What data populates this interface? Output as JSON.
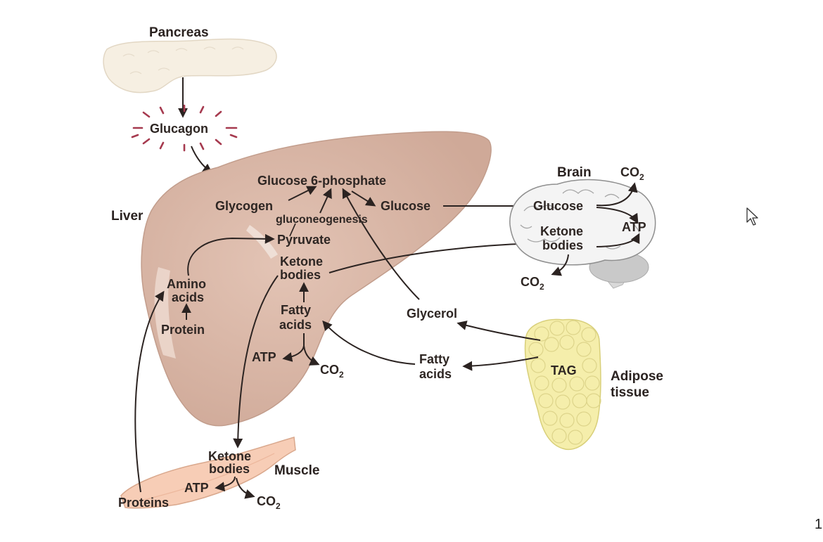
{
  "organs": {
    "pancreas": "Pancreas",
    "liver": "Liver",
    "brain": "Brain",
    "muscle": "Muscle",
    "adipose_line1": "Adipose",
    "adipose_line2": "tissue"
  },
  "hormone": {
    "glucagon": "Glucagon"
  },
  "liver": {
    "glucose6p": "Glucose 6-phosphate",
    "glycogen": "Glycogen",
    "glucose": "Glucose",
    "gluconeogenesis": "gluconeogenesis",
    "pyruvate": "Pyruvate",
    "ketone_1": "Ketone",
    "ketone_2": "bodies",
    "amino_1": "Amino",
    "amino_2": "acids",
    "protein": "Protein",
    "fatty_1": "Fatty",
    "fatty_2": "acids",
    "atp": "ATP",
    "co2": "CO",
    "co2_sub": "2"
  },
  "brain": {
    "co2_top": "CO",
    "co2_top_sub": "2",
    "glucose": "Glucose",
    "ketone_1": "Ketone",
    "ketone_2": "bodies",
    "atp": "ATP",
    "co2_bottom": "CO",
    "co2_bottom_sub": "2"
  },
  "adipose": {
    "glycerol": "Glycerol",
    "fatty_1": "Fatty",
    "fatty_2": "acids",
    "tag": "TAG"
  },
  "muscle": {
    "ketone_1": "Ketone",
    "ketone_2": "bodies",
    "atp": "ATP",
    "co2": "CO",
    "co2_sub": "2",
    "proteins": "Proteins"
  },
  "page_number": "1",
  "colors": {
    "liver": "#dcb9a9",
    "pancreas": "#f6efe2",
    "adipose": "#f5eeab",
    "muscle": "#f7cdb6",
    "brain": "#f4f4f4",
    "cerebellum": "#c9c9c9",
    "glucagon_rays": "#a63a4f",
    "text": "#2e2623"
  }
}
